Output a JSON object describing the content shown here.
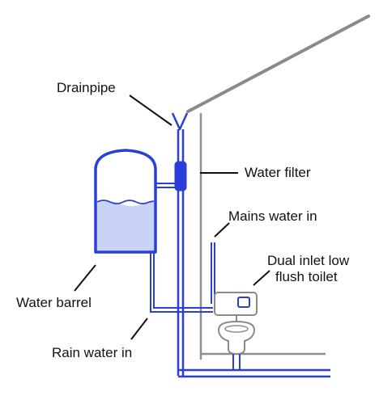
{
  "labels": {
    "drainpipe": "Drainpipe",
    "water_filter": "Water filter",
    "mains_water_in": "Mains water in",
    "toilet_line1": "Dual inlet low",
    "toilet_line2": "flush toilet",
    "water_barrel": "Water barrel",
    "rain_water_in": "Rain water in"
  },
  "colors": {
    "pipe_blue": "#2a3fd8",
    "water_fill": "#c9d3f5",
    "roof_gray": "#8a8a8a",
    "wall_gray": "#8f8f8f",
    "toilet_gray": "#8a8a8a",
    "leader_line": "#111111",
    "text": "#111111"
  }
}
